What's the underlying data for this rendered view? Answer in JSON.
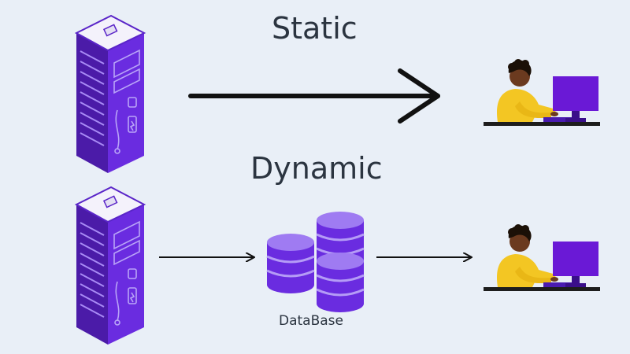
{
  "diagram": {
    "static_title": "Static",
    "dynamic_title": "Dynamic",
    "database_label": "DataBase",
    "icons": [
      "server-icon",
      "database-icon",
      "user-at-computer-icon",
      "arrow-right-icon"
    ],
    "colors": {
      "background": "#e9eff7",
      "server_purple": "#6a2ce0",
      "server_top": "#f4f2fb",
      "database_purple": "#7b3fe4",
      "person_shirt": "#f3c623",
      "monitor_purple": "#6a19d6",
      "text": "#2b3440",
      "arrow": "#111111"
    }
  }
}
